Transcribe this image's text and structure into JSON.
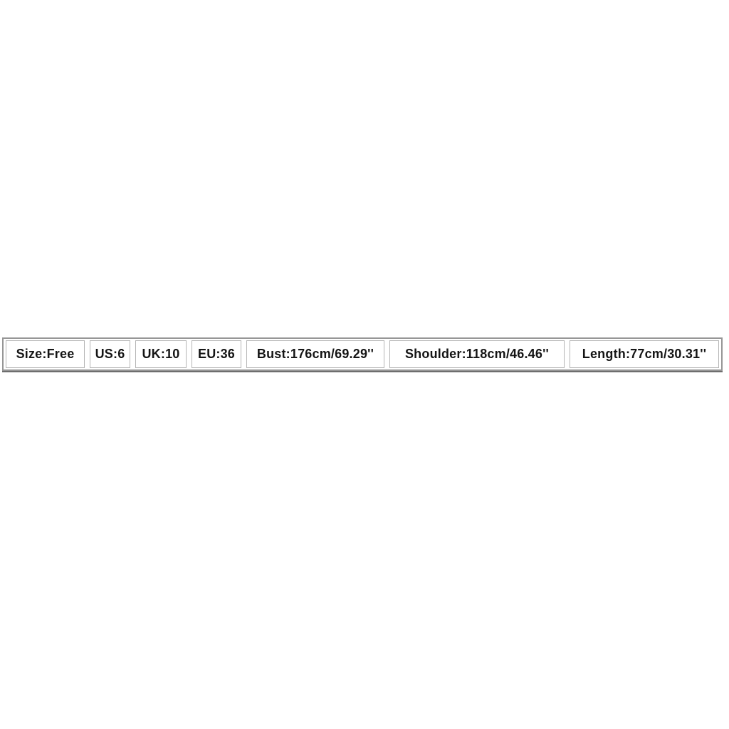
{
  "page": {
    "background": "#ffffff"
  },
  "size_chart": {
    "colors": {
      "outer_border": "#969696",
      "outer_border_bottom_edge": "#6e6e6e",
      "cell_border": "#b5b5b5",
      "cell_background": "#ffffff",
      "text": "#151515"
    },
    "cells": [
      {
        "label": "Size:Free"
      },
      {
        "label": "US:6"
      },
      {
        "label": "UK:10"
      },
      {
        "label": "EU:36"
      },
      {
        "label": "Bust:176cm/69.29''"
      },
      {
        "label": "Shoulder:118cm/46.46''"
      },
      {
        "label": "Length:77cm/30.31''"
      }
    ]
  }
}
